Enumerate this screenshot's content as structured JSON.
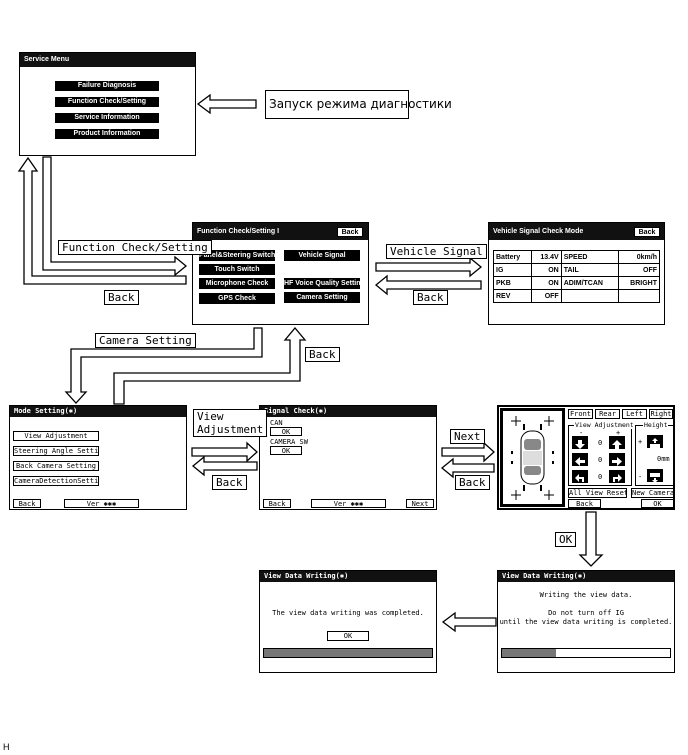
{
  "service_menu": {
    "title": "Service Menu",
    "items": [
      "Failure Diagnosis",
      "Function Check/Setting",
      "Service Information",
      "Product Information"
    ]
  },
  "diag_start_label": "Запуск режима диагностики",
  "function_check": {
    "title": "Function Check/Setting I",
    "back": "Back",
    "items": [
      "Panel&Steering Switch",
      "Vehicle Signal",
      "Touch Switch",
      "Microphone Check",
      "HF Voice Quality Setting",
      "GPS Check",
      "Camera Setting"
    ]
  },
  "vehicle_signal": {
    "title": "Vehicle Signal Check Mode",
    "back": "Back",
    "rows": [
      [
        "Battery",
        "13.4V",
        "SPEED",
        "0km/h"
      ],
      [
        "IG",
        "ON",
        "TAIL",
        "OFF"
      ],
      [
        "PKB",
        "ON",
        "ADIM/TCAN",
        "BRIGHT"
      ],
      [
        "REV",
        "OFF",
        "",
        ""
      ]
    ]
  },
  "mode_setting": {
    "title": "Mode Setting(✱)",
    "items": [
      "View Adjustment",
      "Steering Angle Setting",
      "Back Camera Setting",
      "CameraDetectionSetting"
    ],
    "back": "Back",
    "ver": "Ver ✱✱✱"
  },
  "signal_check": {
    "title": "Signal Check(✱)",
    "can_label": "CAN",
    "can_value": "OK",
    "cam_label": "CAMERA SW",
    "cam_value": "OK",
    "back": "Back",
    "ver": "Ver ✱✱✱",
    "next": "Next"
  },
  "view_adjust": {
    "tabs": [
      "Front",
      "Rear",
      "Left",
      "Right"
    ],
    "view_adj_label": "View Adjustment",
    "minus": "-",
    "plus": "+",
    "zero1": "0",
    "zero2": "0",
    "zero3": "0",
    "height_label": "Height",
    "height_plus": "+",
    "height_minus": "-",
    "height_value": "0mm",
    "all_reset": "All View Reset",
    "new_camera": "New Camera",
    "back": "Back",
    "ok": "OK"
  },
  "writing_done": {
    "title": "View Data Writing(✱)",
    "message": "The view data writing was completed.",
    "ok": "OK"
  },
  "writing_progress": {
    "title": "View Data Writing(✱)",
    "line1": "Writing the view data.",
    "line2": "Do not turn off IG",
    "line3": "until the view data writing is completed.",
    "progress": 0.32
  },
  "flow_labels": {
    "function_check_setting": "Function Check/Setting",
    "back1": "Back",
    "vehicle_signal": "Vehicle Signal",
    "back2": "Back",
    "camera_setting": "Camera Setting",
    "back3": "Back",
    "view_adjustment_l1": "View",
    "view_adjustment_l2": "Adjustment",
    "back4": "Back",
    "next": "Next",
    "back5": "Back",
    "ok": "OK"
  },
  "footer_mark": "H"
}
